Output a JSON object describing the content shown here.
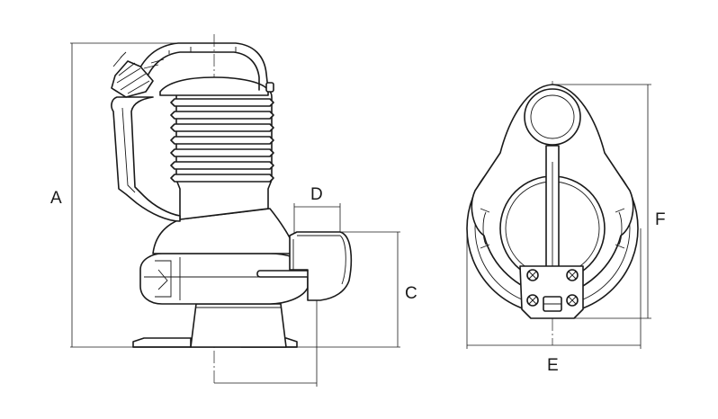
{
  "labels": {
    "A": "A",
    "C": "C",
    "D": "D",
    "E": "E",
    "F": "F"
  }
}
